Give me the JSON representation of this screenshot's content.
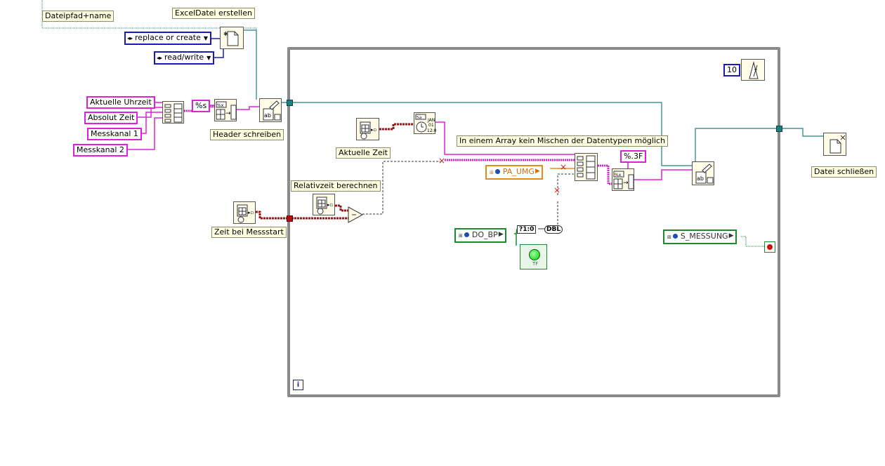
{
  "labels": {
    "dateipfad": "Dateipfad+name",
    "excel_erstellen": "ExcelDatei erstellen",
    "header_schreiben": "Header schreiben",
    "aktuelle_zeit": "Aktuelle Zeit",
    "array_hinweis": "In einem Array kein Mischen der Datentypen möglich",
    "relativzeit": "Relativzeit berechnen",
    "zeit_messstart": "Zeit bei Messstart",
    "datei_schliessen": "Datei schließen"
  },
  "constants": {
    "aktuelle_uhrzeit": "Aktuelle Uhrzeit",
    "absolut_zeit": "Absolut Zeit",
    "messkanal_1": "Messkanal 1",
    "messkanal_2": "Messkanal 2",
    "fmt_s": "%s",
    "fmt_3f": "%.3F",
    "wait_ms": "10",
    "iteration": "i"
  },
  "enums": {
    "replace_or_create": "replace or create",
    "read_write": "read/write"
  },
  "globals": {
    "pa_umg": "PA_UMG",
    "do_bp": "DO_BP",
    "s_messung": "S_MESSUNG"
  },
  "converters": {
    "dbl": "DBL",
    "compare": "?1:0"
  },
  "colors": {
    "string_wire": "#e020d8",
    "refnum_wire": "#1a8080",
    "timestamp_wire": "#a01010",
    "loop_border": "#8a8a8a",
    "enum_border": "#1a1ab8",
    "bool_wire": "#1e8a2e"
  }
}
